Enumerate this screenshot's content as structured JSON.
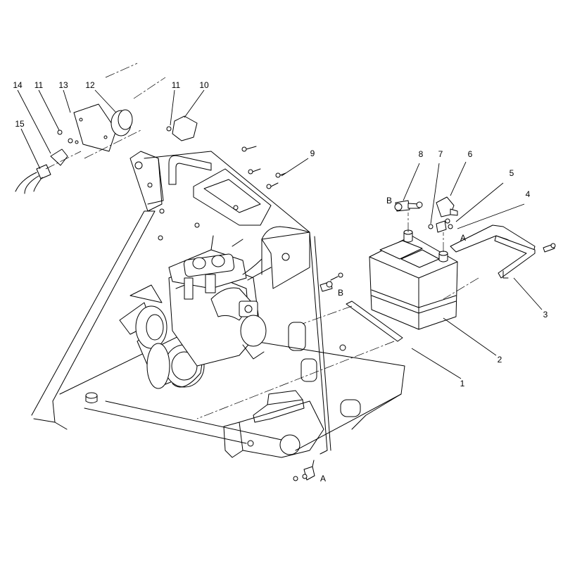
{
  "callouts": [
    {
      "id": "c1",
      "text": "1"
    },
    {
      "id": "c2",
      "text": "2"
    },
    {
      "id": "c3",
      "text": "3"
    },
    {
      "id": "c4",
      "text": "4"
    },
    {
      "id": "c5",
      "text": "5"
    },
    {
      "id": "c6",
      "text": "6"
    },
    {
      "id": "c7",
      "text": "7"
    },
    {
      "id": "c8",
      "text": "8"
    },
    {
      "id": "c9",
      "text": "9"
    },
    {
      "id": "c10",
      "text": "10"
    },
    {
      "id": "c11a",
      "text": "11"
    },
    {
      "id": "c11b",
      "text": "11"
    },
    {
      "id": "c12",
      "text": "12"
    },
    {
      "id": "c13",
      "text": "13"
    },
    {
      "id": "c14",
      "text": "14"
    },
    {
      "id": "c15",
      "text": "15"
    }
  ],
  "refs": [
    {
      "id": "rA1",
      "text": "A"
    },
    {
      "id": "rA2",
      "text": "A"
    },
    {
      "id": "rB1",
      "text": "B"
    },
    {
      "id": "rB2",
      "text": "B"
    }
  ]
}
